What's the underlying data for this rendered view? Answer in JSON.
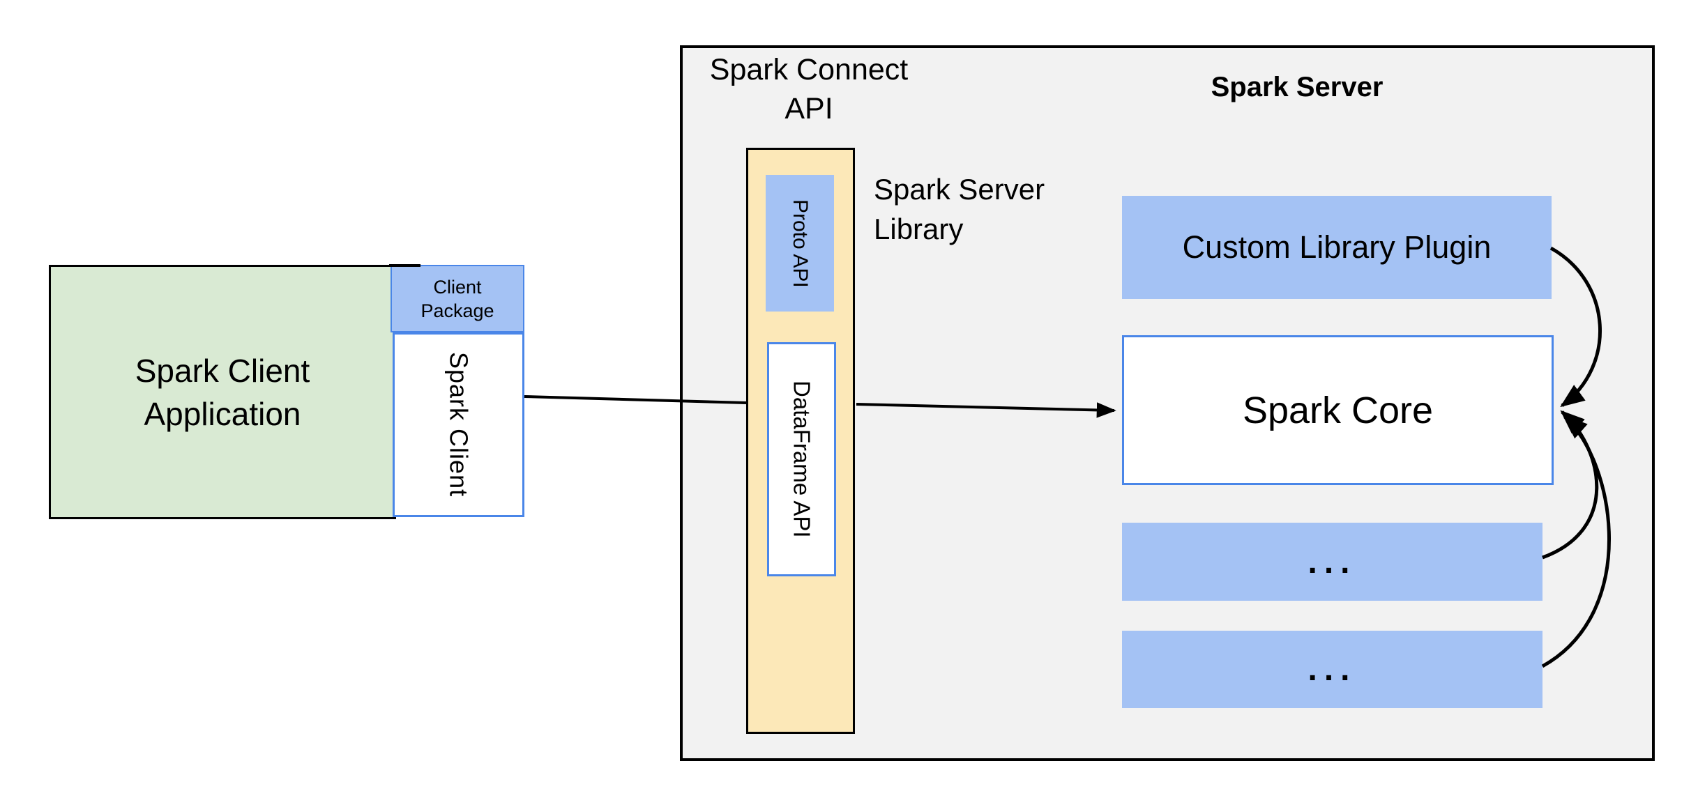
{
  "colors": {
    "container_fill": "#f2f2f2",
    "container_border": "#000000",
    "green_fill": "#d9ead3",
    "blue_fill": "#a4c2f4",
    "blue_border": "#4a86e8",
    "yellow_fill": "#fce8b8",
    "connector": "#000000"
  },
  "client": {
    "app_label": "Spark Client\nApplication",
    "package_label": "Client\nPackage",
    "spark_client_label": "Spark Client"
  },
  "connect_api": {
    "title": "Spark Connect\nAPI",
    "proto_label": "Proto API",
    "dataframe_label": "DataFrame API",
    "library_label": "Spark Server\nLibrary"
  },
  "server": {
    "title": "Spark Server",
    "plugin_label": "Custom Library Plugin",
    "core_label": "Spark Core",
    "ellipsis1": "...",
    "ellipsis2": "..."
  }
}
